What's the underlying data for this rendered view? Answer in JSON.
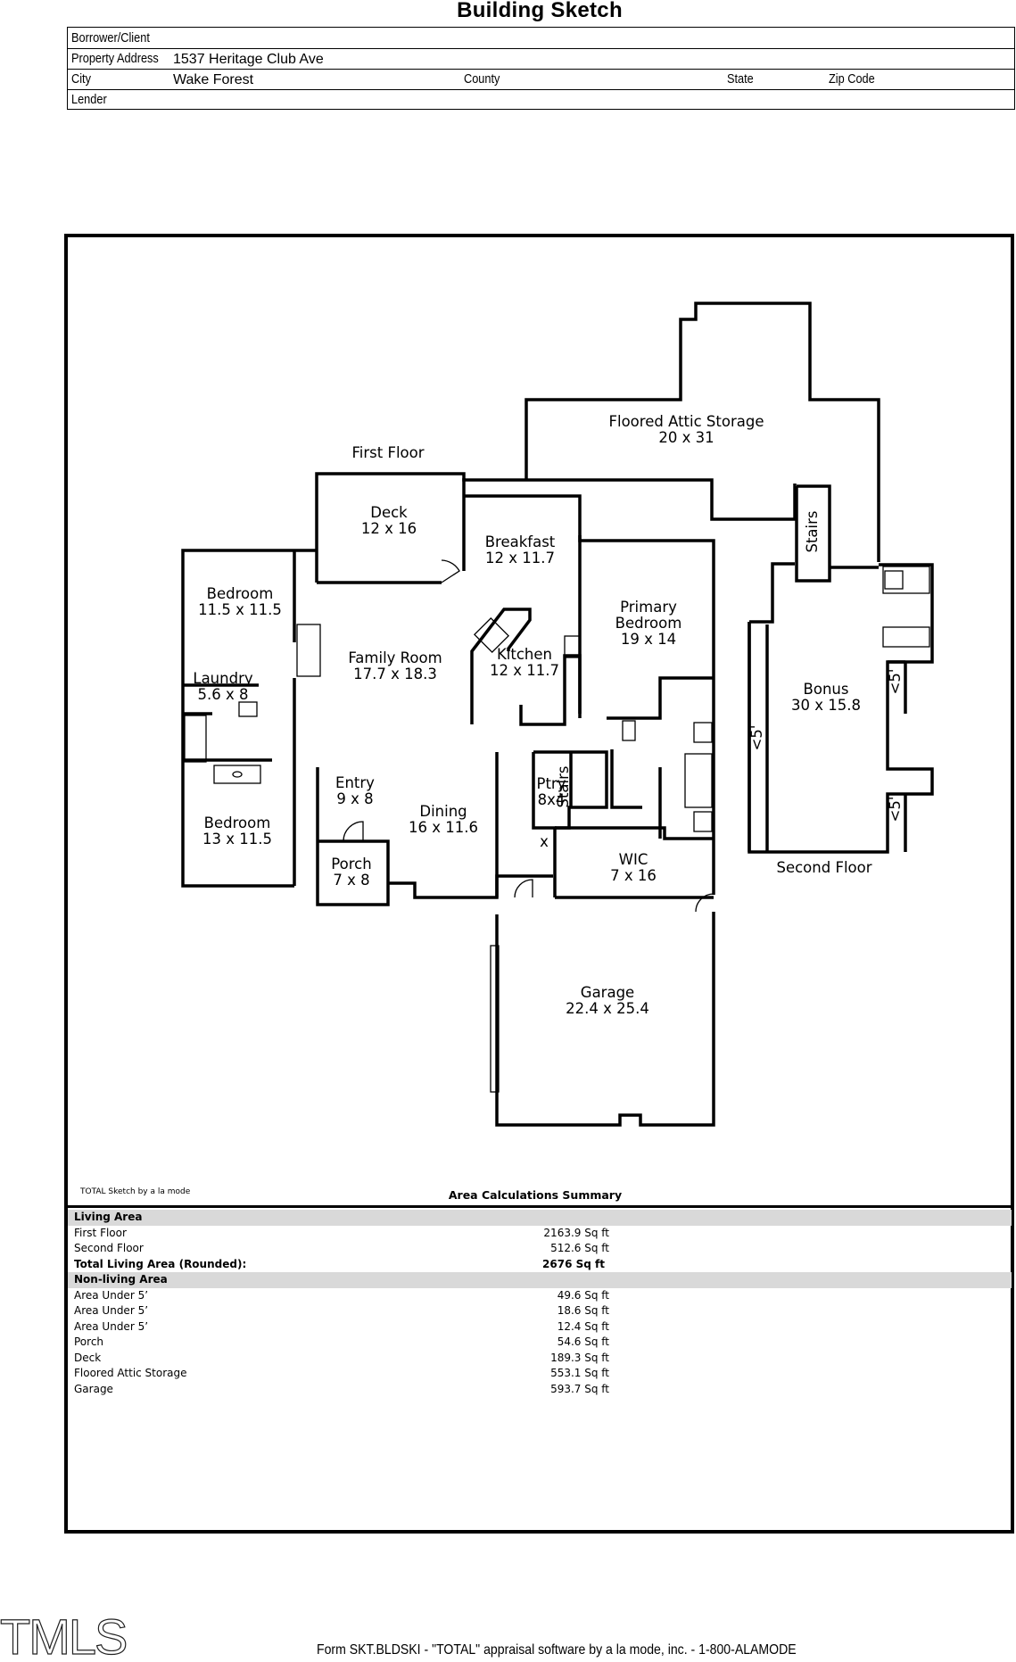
{
  "title": "Building Sketch",
  "header": {
    "borrower_label": "Borrower/Client",
    "borrower_value": "",
    "address_label": "Property Address",
    "address_value": "1537 Heritage Club Ave",
    "city_label": "City",
    "city_value": "Wake Forest",
    "county_label": "County",
    "state_label": "State",
    "zip_label": "Zip Code",
    "lender_label": "Lender"
  },
  "floor_labels": {
    "first_floor": "First Floor",
    "second_floor": "Second Floor"
  },
  "rooms": {
    "attic": [
      "Floored Attic Storage",
      "20 x 31"
    ],
    "deck": [
      "Deck",
      "12 x 16"
    ],
    "breakfast": [
      "Breakfast",
      "12 x 11.7"
    ],
    "bedroom1": [
      "Bedroom",
      "11.5 x 11.5"
    ],
    "family": [
      "Family Room",
      "17.7 x 18.3"
    ],
    "kitchen": [
      "Kitchen",
      "12 x 11.7"
    ],
    "primary": [
      "Primary",
      "Bedroom",
      "19 x 14"
    ],
    "laundry": [
      "Laundry",
      "5.6 x 8"
    ],
    "bonus": [
      "Bonus",
      "30 x 15.8"
    ],
    "entry": [
      "Entry",
      "9 x 8"
    ],
    "ptry": [
      "Ptry",
      "8x4"
    ],
    "dining": [
      "Dining",
      "16 x 11.6"
    ],
    "bedroom2": [
      "Bedroom",
      "13 x 11.5"
    ],
    "porch": [
      "Porch",
      "7 x 8"
    ],
    "wic": [
      "WIC",
      "7 x 16"
    ],
    "garage": [
      "Garage",
      "22.4 x 25.4"
    ]
  },
  "misc_labels": {
    "stairs": "Stairs",
    "under5": "<5'",
    "x": "x"
  },
  "calc": {
    "software_note": "TOTAL Sketch by a la mode",
    "title": "Area Calculations Summary",
    "rows": [
      {
        "label": "Living Area",
        "value": "",
        "kind": "section"
      },
      {
        "label": "First Floor",
        "value": "2163.9 Sq ft",
        "kind": "item"
      },
      {
        "label": "Second Floor",
        "value": "512.6 Sq ft",
        "kind": "item"
      },
      {
        "label": "Total Living Area (Rounded):",
        "value": "2676 Sq ft",
        "kind": "total"
      },
      {
        "label": "Non-living Area",
        "value": "",
        "kind": "section"
      },
      {
        "label": "Area Under 5’",
        "value": "49.6 Sq ft",
        "kind": "item"
      },
      {
        "label": "Area Under 5’",
        "value": "18.6 Sq ft",
        "kind": "item"
      },
      {
        "label": "Area Under 5’",
        "value": "12.4 Sq ft",
        "kind": "item"
      },
      {
        "label": "Porch",
        "value": "54.6 Sq ft",
        "kind": "item"
      },
      {
        "label": "Deck",
        "value": "189.3 Sq ft",
        "kind": "item"
      },
      {
        "label": "Floored Attic Storage",
        "value": "553.1 Sq ft",
        "kind": "item"
      },
      {
        "label": "Garage",
        "value": "593.7 Sq ft",
        "kind": "item"
      }
    ]
  },
  "mls_logo": "TMLS",
  "footer": "Form SKT.BLDSKI - \"TOTAL\" appraisal software by a la mode, inc. - 1-800-ALAMODE"
}
